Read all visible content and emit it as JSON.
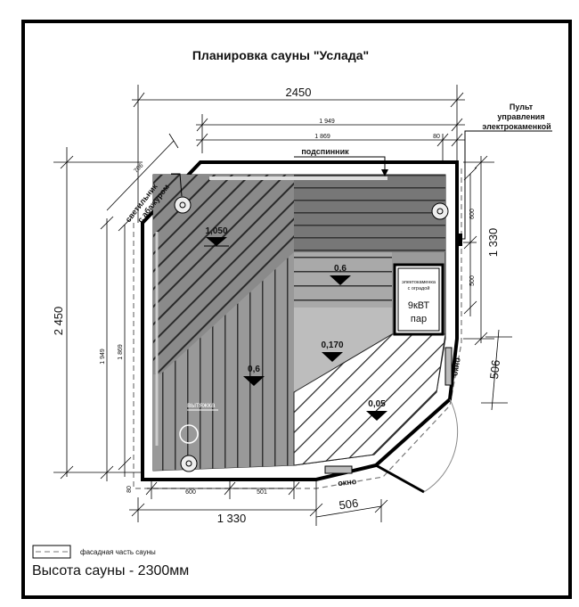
{
  "title": "Планировка сауны \"Услада\"",
  "labels": {
    "control_panel": [
      "Пульт",
      "управления",
      "электрокаменкой"
    ],
    "lamp": [
      "светильник",
      "с абажуром"
    ],
    "backrest": "подспинник",
    "exhaust": "вытяжка",
    "window_right": "окно",
    "window_bottom": "окно"
  },
  "heater": {
    "caption": [
      "электокаменка",
      "с оградой"
    ],
    "power": "9кВТ",
    "type": "пар"
  },
  "levels": [
    "1,050",
    "0,6",
    "0,6",
    "0,170",
    "0,05"
  ],
  "dimensions": {
    "top_total": "2450",
    "top_inner": "1 949",
    "top_inner2": "1 869",
    "top_gap": "80",
    "diag_corner": "706",
    "left_total": "2 450",
    "left_inner": "1 949",
    "left_inner2": "1 869",
    "right_total": "1 330",
    "right_600": "600",
    "right_500": "500",
    "right_506": "506",
    "bottom_600": "600",
    "bottom_501": "501",
    "bottom_total": "1 330",
    "bottom_506": "506",
    "bottom_80": "80"
  },
  "legend": {
    "facade": "фасадная часть сауны"
  },
  "height_note": "Высота сауны - 2300мм"
}
